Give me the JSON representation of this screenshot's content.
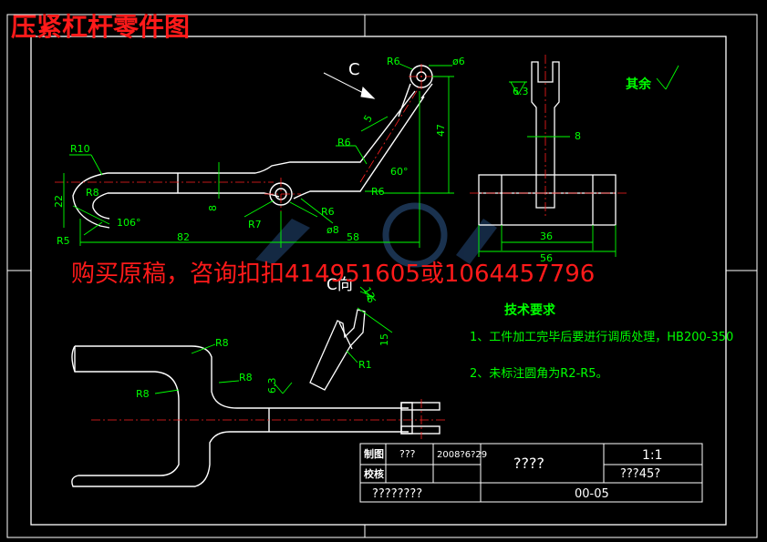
{
  "title_text": "压紧杠杆零件图",
  "watermark": "购买原稿，咨询扣扣414951605或1064457796",
  "view_label_c": "C",
  "view_label_c_dir": "C向",
  "dims": {
    "r6_top": "R6",
    "phi6": "ø6",
    "d5": "5",
    "d47": "47",
    "r6_left": "R6",
    "angle60": "60°",
    "r6_mid": "R6",
    "r10": "R10",
    "r8_left": "R8",
    "d22": "22",
    "angle106": "106°",
    "r5": "R5",
    "d8_mid": "8",
    "r7": "R7",
    "r6_lower": "R6",
    "phi8": "ø8",
    "d82": "82",
    "d58": "58",
    "d8_side": "8",
    "d36": "36",
    "d56": "56",
    "rough63_top": "6.3",
    "rough_others": "其余",
    "d12": "12",
    "d6c": "6",
    "d15": "15",
    "r1": "R1",
    "r8_a": "R8",
    "r8_b": "R8",
    "r8_c": "R8",
    "rough63_low": "6.3"
  },
  "tech": {
    "heading": "技术要求",
    "item1": "1、工件加工完毕后要进行调质处理，HB200-350",
    "item2": "2、未标注圆角为R2-R5。"
  },
  "title_block": {
    "draw_label": "制图",
    "check_label": "校核",
    "drawer": "???",
    "date": "2008?6?29",
    "part_name": "????",
    "scale": "1:1",
    "material": "???45?",
    "school": "????????",
    "drawing_no": "00-05"
  },
  "colors": {
    "frame": "#ffffff",
    "part": "#ffffff",
    "dimension": "#00ff00",
    "center": "#ff2020",
    "watermark": "#ff1a1a"
  }
}
